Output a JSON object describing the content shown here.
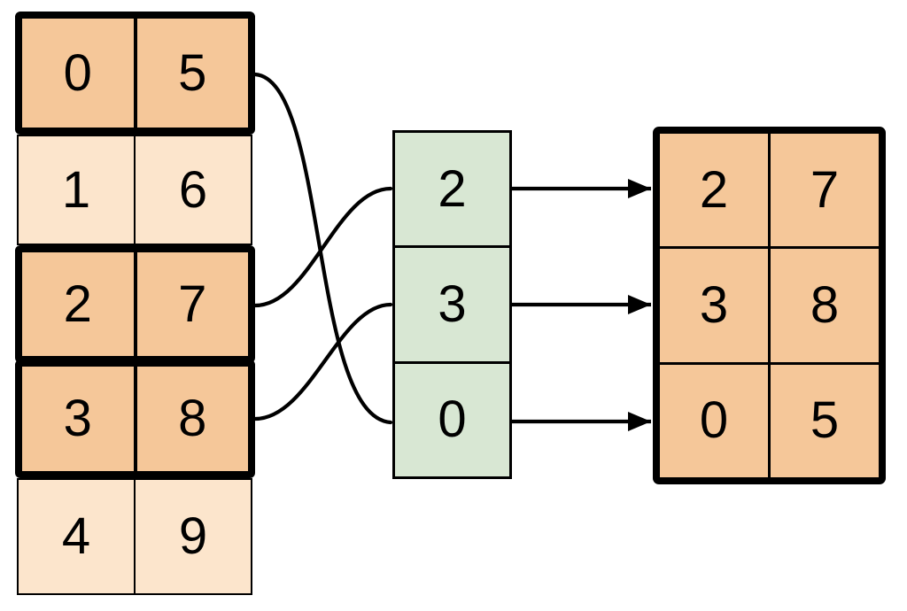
{
  "source_table": {
    "rows": [
      {
        "cells": [
          "0",
          "5"
        ],
        "highlighted": true
      },
      {
        "cells": [
          "1",
          "6"
        ],
        "highlighted": false
      },
      {
        "cells": [
          "2",
          "7"
        ],
        "highlighted": true
      },
      {
        "cells": [
          "3",
          "8"
        ],
        "highlighted": true
      },
      {
        "cells": [
          "4",
          "9"
        ],
        "highlighted": false
      }
    ]
  },
  "index_column": {
    "cells": [
      "2",
      "3",
      "0"
    ]
  },
  "result_table": {
    "rows": [
      [
        "2",
        "7"
      ],
      [
        "3",
        "8"
      ],
      [
        "0",
        "5"
      ]
    ]
  },
  "connections": {
    "curves": [
      {
        "from": "source-row-0",
        "to": "index-cell-0"
      },
      {
        "from": "source-row-2",
        "to": "index-cell-2"
      },
      {
        "from": "source-row-3",
        "to": "index-cell-3"
      }
    ],
    "arrows": [
      {
        "from": "index-cell-2",
        "to": "result-row-0"
      },
      {
        "from": "index-cell-3",
        "to": "result-row-1"
      },
      {
        "from": "index-cell-0",
        "to": "result-row-2"
      }
    ]
  },
  "colors": {
    "highlight_fill": "#f5c799",
    "muted_fill": "#fce5cc",
    "index_fill": "#d8e7d3",
    "line": "#000000",
    "background": "#ffffff"
  }
}
